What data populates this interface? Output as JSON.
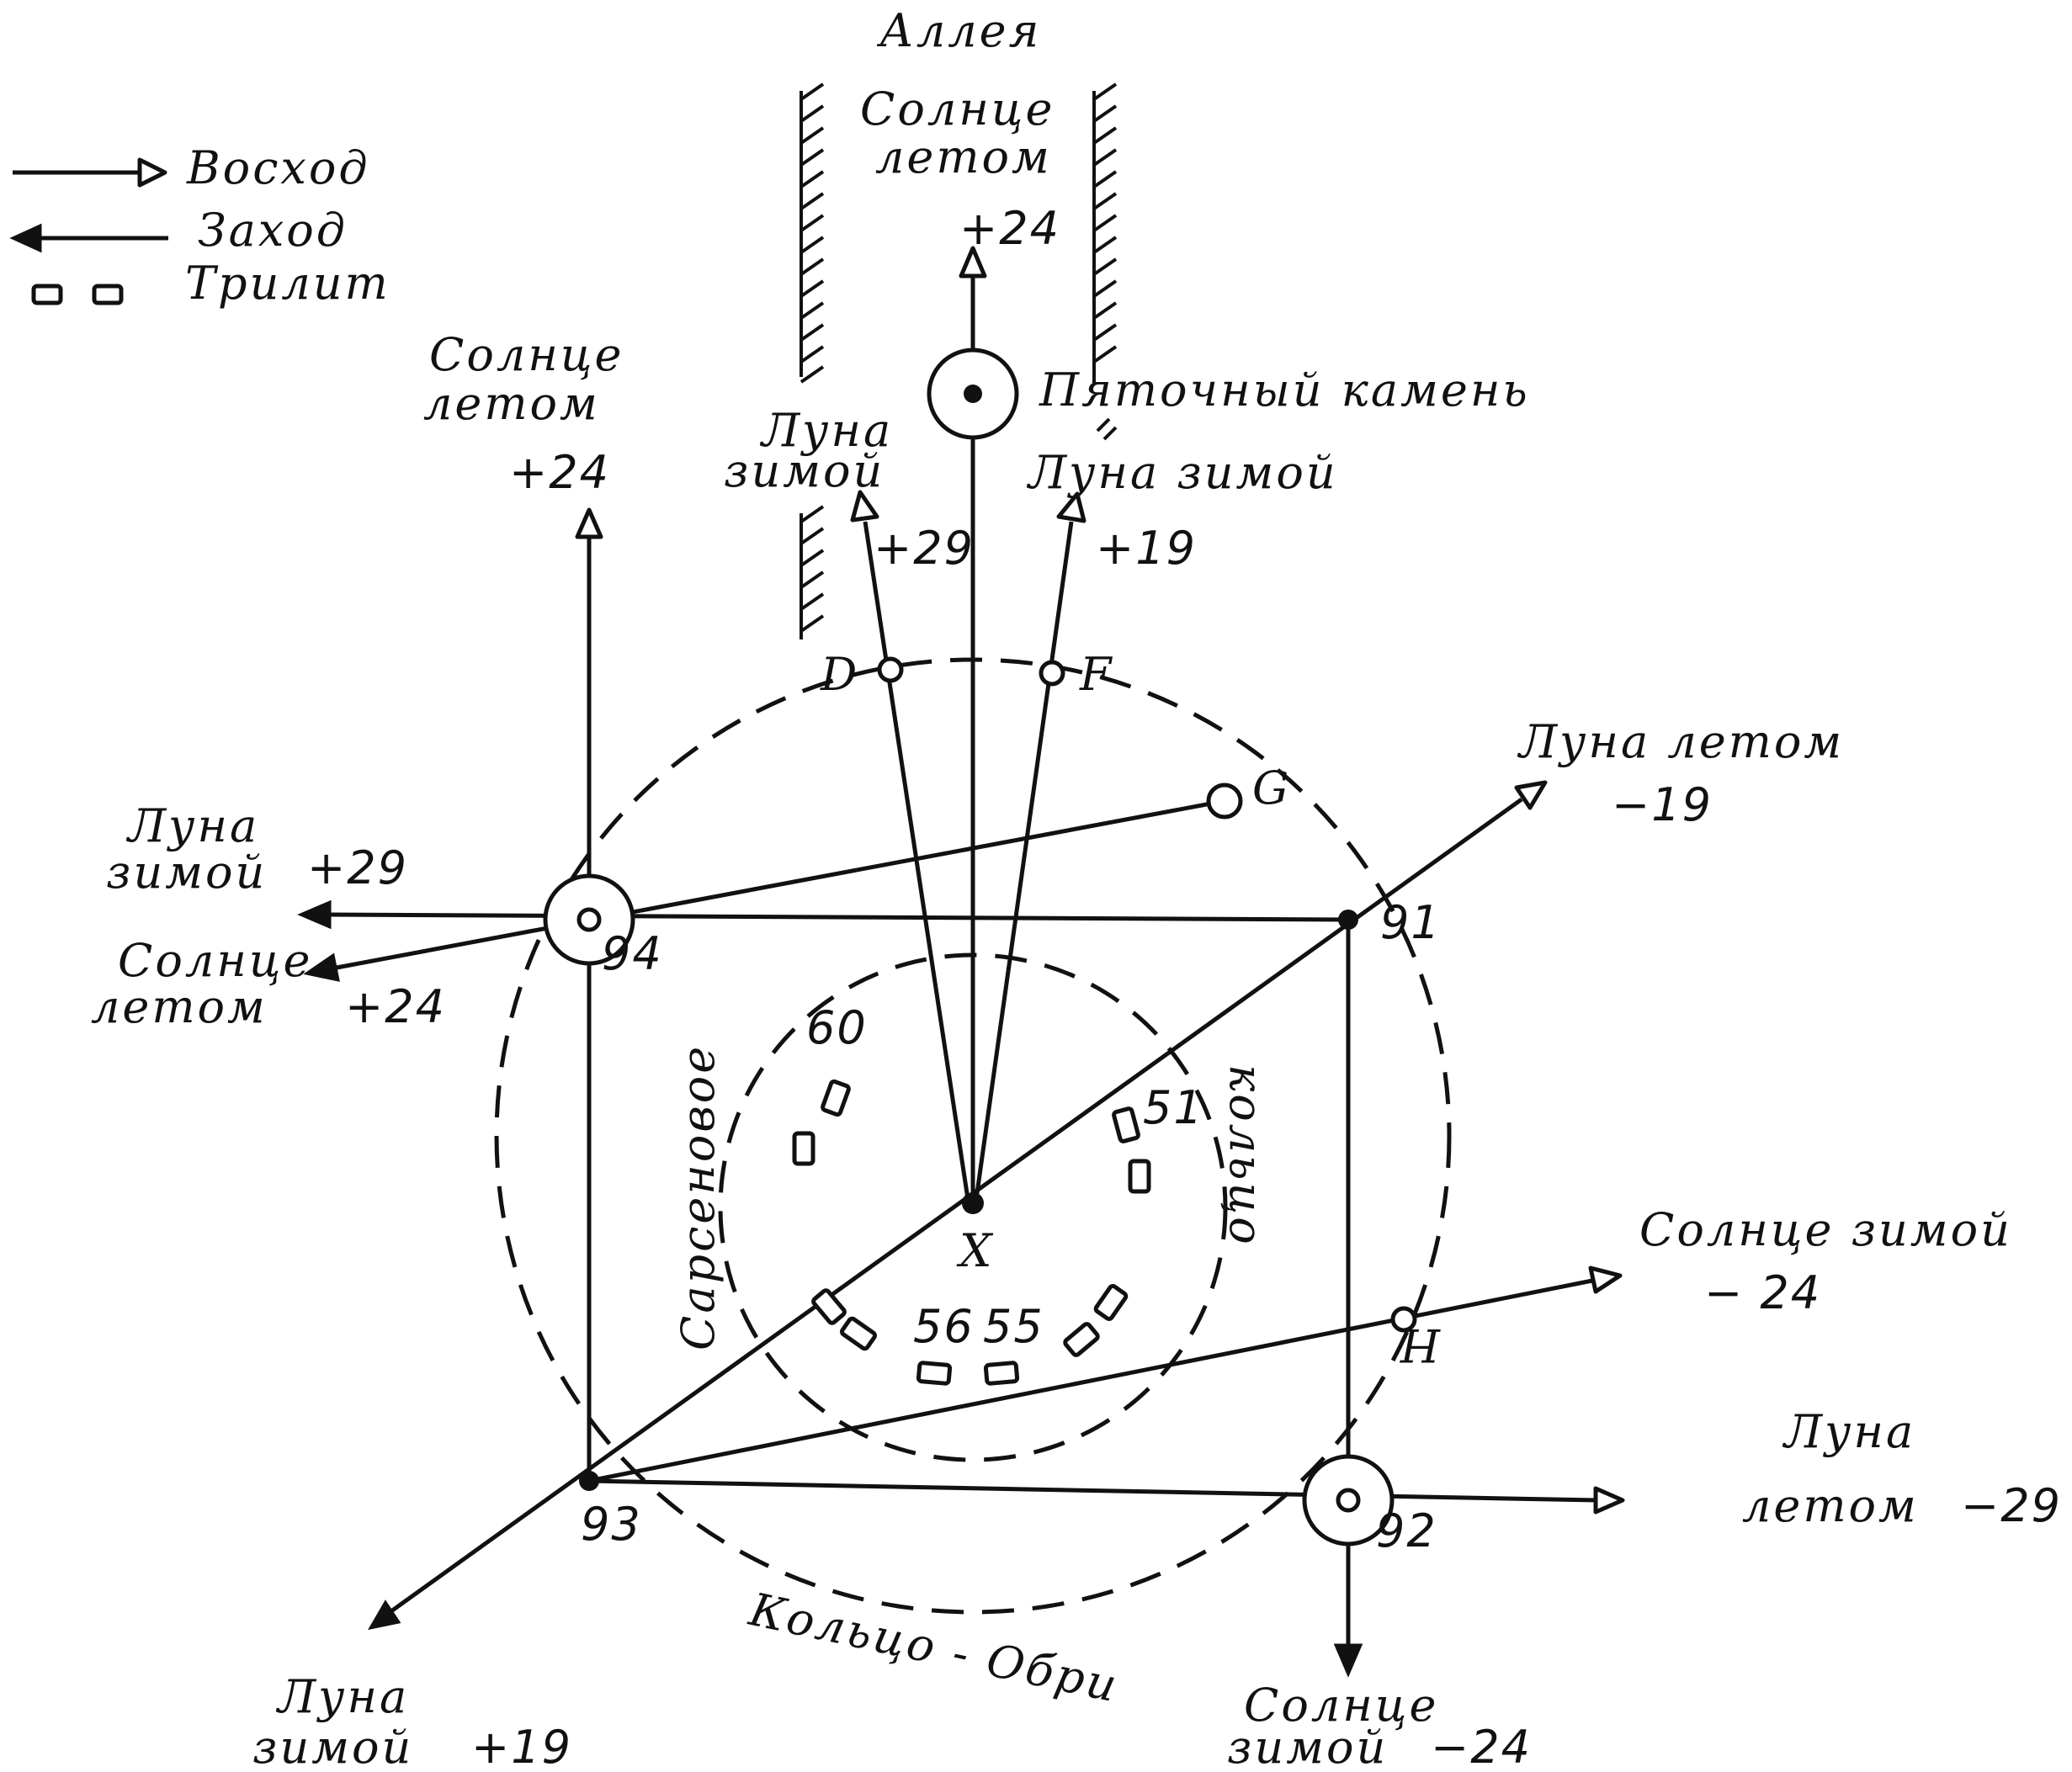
{
  "legend": {
    "sunrise": "Восход",
    "sunset": "Заход",
    "trilith": "Трилит"
  },
  "avenue_label": "Аллея",
  "heel_stone_label": "Пяточный камень",
  "rings": {
    "sarsen_word1": "Сарсеновое",
    "sarsen_word2": "кольцо",
    "aubrey": "Кольцо - Обри"
  },
  "stations": {
    "s91": "91",
    "s92": "92",
    "s93": "93",
    "s94": "94",
    "center": "X",
    "d": "D",
    "f": "F",
    "g": "G",
    "h": "H"
  },
  "stone_numbers": {
    "n60": "60",
    "n51": "51",
    "n56": "56",
    "n55": "55"
  },
  "directions": {
    "avenue_sun_summer_1": "Солнце",
    "avenue_sun_summer_2": "летом",
    "avenue_sun_summer_val": "+24",
    "left_sun_summer_1": "Солнце",
    "left_sun_summer_2": "летом",
    "left_sun_summer_val": "+24",
    "moon_winter_29_1": "Луна",
    "moon_winter_29_2": "зимой",
    "moon_winter_29_val": "+29",
    "moon_winter_19_text": "Луна зимой",
    "moon_winter_19_val": "+19",
    "west_moon_winter_1": "Луна",
    "west_moon_winter_2": "зимой",
    "west_moon_winter_val": "+29",
    "west_sun_summer_1": "Солнце",
    "west_sun_summer_2": "летом",
    "west_sun_summer_val": "+24",
    "ne_moon_summer_1": "Луна летом",
    "ne_moon_summer_val": "−19",
    "e_sun_winter_1": "Солнце зимой",
    "e_sun_winter_val": "− 24",
    "e_moon_summer_1": "Луна",
    "e_moon_summer_2": "летом",
    "e_moon_summer_val": "−29",
    "s_sun_winter_1": "Солнце",
    "s_sun_winter_2": "зимой",
    "s_sun_winter_val": "−24",
    "sw_moon_winter_1": "Луна",
    "sw_moon_winter_2": "зимой",
    "sw_moon_winter_val": "+19"
  }
}
